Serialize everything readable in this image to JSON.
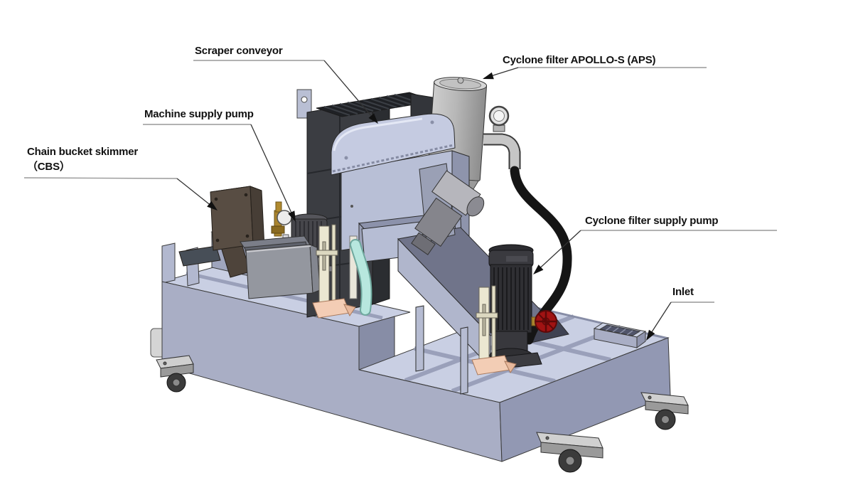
{
  "diagram": {
    "kind": "technical-illustration",
    "subject": "Coolant tank filtration system (3D CAD view)",
    "background": "#ffffff",
    "labels": {
      "scraper_conveyor": "Scraper conveyor",
      "cyclone_filter": "Cyclone filter APOLLO-S (APS)",
      "machine_supply_pump": "Machine supply pump",
      "chain_bucket_skimmer_line1": "Chain bucket skimmer",
      "chain_bucket_skimmer_line2": "（CBS）",
      "cyclone_filter_supply_pump": "Cyclone filter supply pump",
      "inlet": "Inlet"
    },
    "colors": {
      "tank_front": "#a9aec5",
      "tank_side": "#9298b3",
      "tank_top": "#c9cfe3",
      "conveyor_dark": "#3b3d42",
      "cover_light": "#c5cbe1",
      "cylinder_gray": "#b3b3b3",
      "hose_black": "#151515",
      "hose_teal": "#b7e7de",
      "skimmer_brown": "#584d43",
      "pump_black": "#2f2f33",
      "valve_red": "#a01313",
      "sensor_cream": "#ebe7d1",
      "base_salmon": "#f3cdb5",
      "leader_line": "#444444"
    }
  }
}
